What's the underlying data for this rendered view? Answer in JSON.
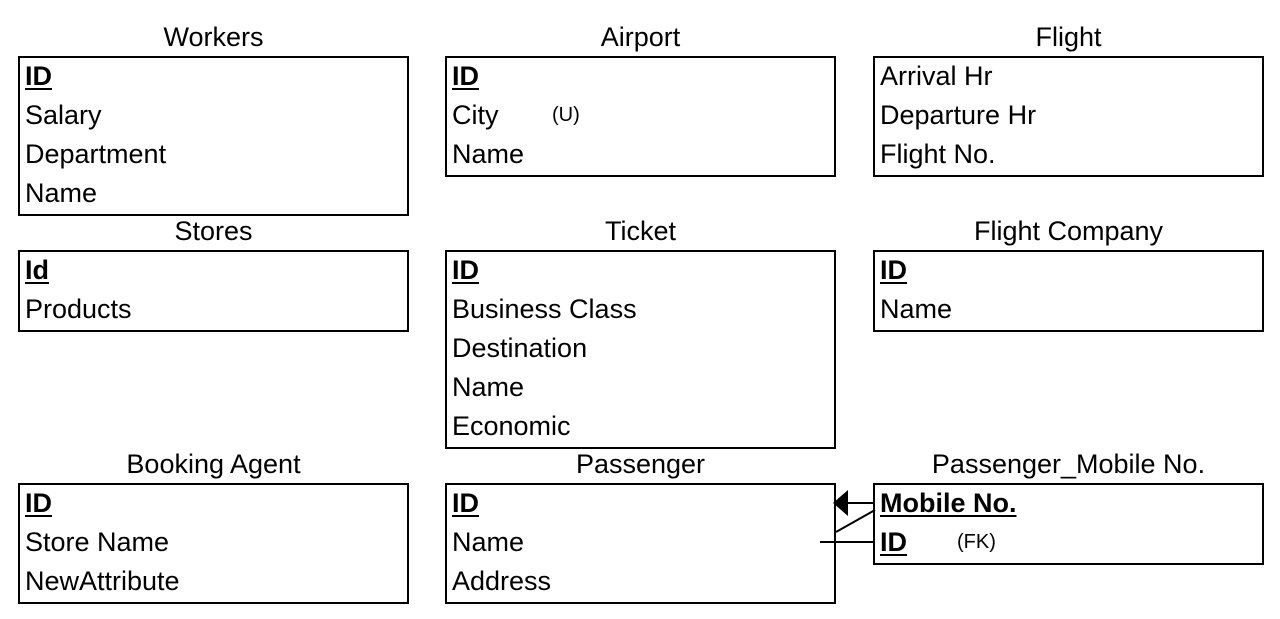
{
  "entities": [
    {
      "name": "Workers",
      "attributes": [
        {
          "label": "ID",
          "pk": true
        },
        {
          "label": "Salary"
        },
        {
          "label": "Department"
        },
        {
          "label": "Name"
        }
      ]
    },
    {
      "name": "Airport",
      "attributes": [
        {
          "label": "ID",
          "pk": true
        },
        {
          "label": "City",
          "tag": "(U)"
        },
        {
          "label": "Name"
        }
      ]
    },
    {
      "name": "Flight",
      "attributes": [
        {
          "label": "Arrival Hr"
        },
        {
          "label": "Departure Hr"
        },
        {
          "label": "Flight No."
        }
      ]
    },
    {
      "name": "Stores",
      "attributes": [
        {
          "label": "Id",
          "pk": true
        },
        {
          "label": "Products"
        }
      ]
    },
    {
      "name": "Ticket",
      "attributes": [
        {
          "label": "ID",
          "pk": true
        },
        {
          "label": "Business Class"
        },
        {
          "label": "Destination"
        },
        {
          "label": "Name"
        },
        {
          "label": "Economic"
        }
      ]
    },
    {
      "name": "Flight Company",
      "attributes": [
        {
          "label": "ID",
          "pk": true
        },
        {
          "label": "Name"
        }
      ]
    },
    {
      "name": "Booking Agent",
      "attributes": [
        {
          "label": "ID",
          "pk": true
        },
        {
          "label": "Store Name"
        },
        {
          "label": "NewAttribute"
        }
      ]
    },
    {
      "name": "Passenger",
      "attributes": [
        {
          "label": "ID",
          "pk": true
        },
        {
          "label": "Name"
        },
        {
          "label": "Address"
        }
      ]
    },
    {
      "name": "Passenger_Mobile No.",
      "attributes": [
        {
          "label": "Mobile No.",
          "pk": true
        },
        {
          "label": "ID",
          "pk": true,
          "tag": "(FK)"
        }
      ]
    }
  ],
  "relationships": [
    {
      "from": "Passenger_Mobile No.",
      "to": "Passenger",
      "type": "identifying",
      "notation": "crows-foot-arrow"
    }
  ]
}
